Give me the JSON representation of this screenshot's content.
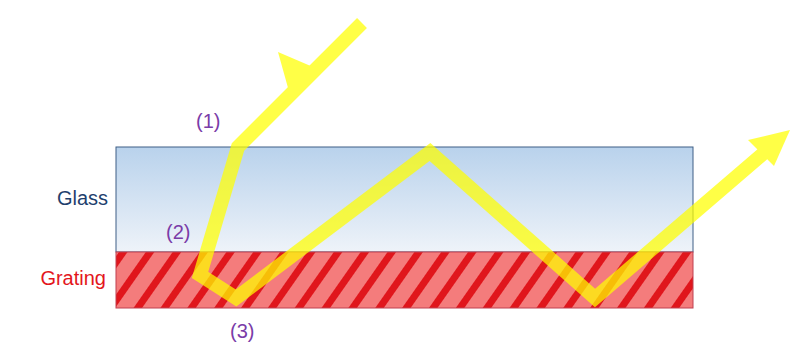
{
  "diagram": {
    "labels": [
      "Glass",
      "Grating",
      "(1)",
      "(2)",
      "(3)"
    ]
  }
}
